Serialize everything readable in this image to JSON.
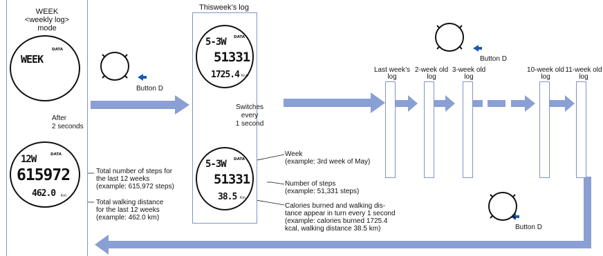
{
  "mode_panel": {
    "title_line1": "WEEK",
    "title_line2": "<weekly log>",
    "title_line3": "mode",
    "lcd_main": "WEEK",
    "lcd_tag": "DATA",
    "after_line1": "After",
    "after_line2": "2 seconds",
    "lcd2_top": "12W",
    "lcd2_tag": "DATA",
    "lcd2_steps": "615972",
    "lcd2_distance": "462.0",
    "lcd2_unit": "Km",
    "note_steps_1": "Total number of steps for",
    "note_steps_2": "the last 12 weeks",
    "note_steps_3": "(example: 615,972 steps)",
    "note_dist_1": "Total walking distance",
    "note_dist_2": "for the last 12 weeks",
    "note_dist_3": "(example: 462.0 km)"
  },
  "button_left": {
    "label": "Button D",
    "icon": "watch-button-icon"
  },
  "this_week": {
    "title": "Thisweek’s log",
    "lcd_top": "5-3W",
    "lcd_tag": "DATA",
    "lcd_steps": "51331",
    "lcd_cal": "1725.4",
    "lcd_cal_unit": "Kcal",
    "switch_1": "Switches",
    "switch_2": "every",
    "switch_3": "1 second",
    "lcd2_top": "5-3W",
    "lcd2_tag": "DATA",
    "lcd2_steps": "51331",
    "lcd2_dist": "38.5",
    "lcd2_unit": "Km",
    "note_week_1": "Week",
    "note_week_2": "(example: 3rd week of May)",
    "note_steps_1": "Number of steps",
    "note_steps_2": "(example: 51,331 steps)",
    "note_cal_1": "Calories burned and walking dis-",
    "note_cal_2": "tance appear in turn every 1 second",
    "note_cal_3": "(example: calories burned 1725.4",
    "note_cal_4": "kcal, walking distance 38.5 km)"
  },
  "button_top": {
    "label": "Button D"
  },
  "button_bottom": {
    "label": "Button D"
  },
  "logs": [
    {
      "line1": "Last week’s",
      "line2": "log"
    },
    {
      "line1": "2-week old",
      "line2": "log"
    },
    {
      "line1": "3-week old",
      "line2": "log"
    },
    {
      "line1": "10-week old",
      "line2": "log"
    },
    {
      "line1": "11-week old",
      "line2": "log"
    }
  ],
  "colors": {
    "arrow": "#8a9fd3",
    "frame": "#7f93c7",
    "accent_blue": "#1a5cb0"
  }
}
